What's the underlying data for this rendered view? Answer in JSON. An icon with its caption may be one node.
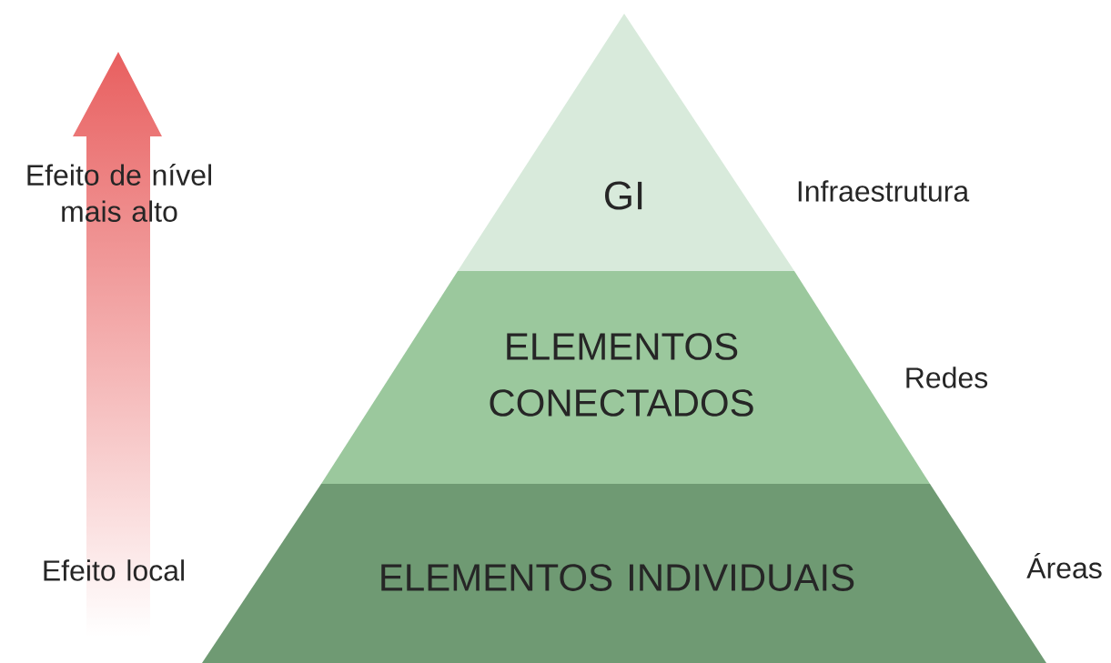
{
  "diagram": {
    "nodes": [
      {
        "text": [
          "GI"
        ],
        "beside": [
          "Infraestrutura"
        ]
      },
      {
        "text": [
          "ELEMENTOS CONECTADOS"
        ],
        "beside": [
          "Redes"
        ]
      },
      {
        "text": [
          "ELEMENTOS INDIVIDUAIS"
        ],
        "beside": [
          "Áreas"
        ]
      }
    ],
    "labels": [
      "Efeito de nível mais alto",
      "Efeito local"
    ]
  }
}
